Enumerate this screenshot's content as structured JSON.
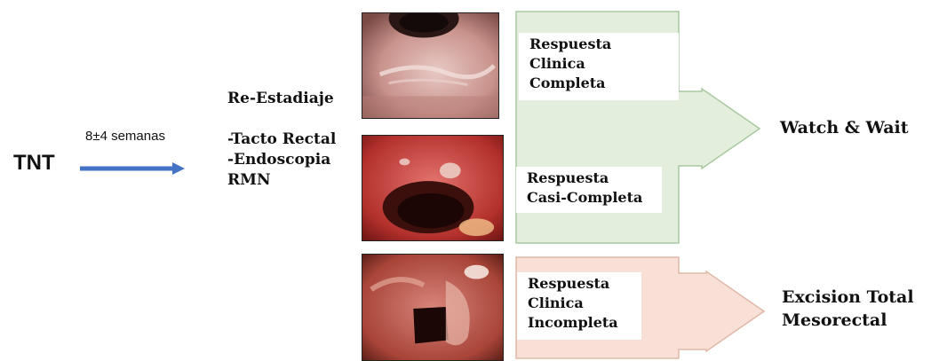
{
  "left": {
    "tnt_label": "TNT",
    "arrow_label": "8±4 semanas"
  },
  "restaging": {
    "title": "Re-Estadiaje",
    "methods": [
      "-Tacto Rectal",
      "-Endoscopia",
      "RMN"
    ]
  },
  "photos": [
    {
      "icon": "endoscopy-image-scar"
    },
    {
      "icon": "endoscopy-image-small-lesion"
    },
    {
      "icon": "endoscopy-image-residual-tumor"
    }
  ],
  "responses": {
    "complete": [
      "Respuesta",
      "Clinica",
      "Completa"
    ],
    "near_complete": [
      "Respuesta",
      "Casi-Completa"
    ],
    "incomplete": [
      "Respuesta",
      "Clinica",
      "Incompleta"
    ]
  },
  "outcomes": {
    "watch_wait": "Watch & Wait",
    "tme": [
      "Excision Total",
      "Mesorectal"
    ]
  },
  "colors": {
    "blue_arrow": "#4472c4",
    "green_fill": "#e3efdc",
    "green_border": "#a8c8a0",
    "peach_fill": "#f8e0d6",
    "peach_border": "#e0b8a8"
  }
}
